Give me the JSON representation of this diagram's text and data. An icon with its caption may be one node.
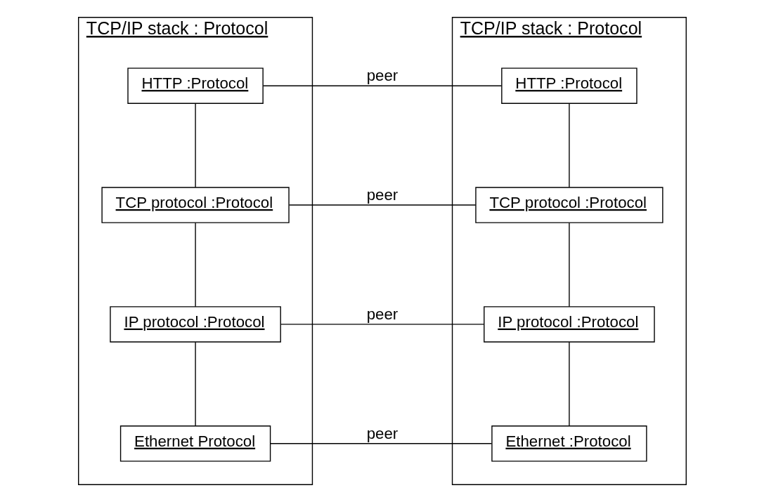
{
  "diagram": {
    "nodes": [
      {
        "text": [
          "TCP/IP stack : Protocol"
        ]
      },
      {
        "text": [
          "HTTP :Protocol"
        ],
        "in": 0
      },
      {
        "text": [
          "TCP protocol :Protocol"
        ],
        "in": 0
      },
      {
        "text": [
          "IP protocol :Protocol"
        ],
        "in": 0
      },
      {
        "text": [
          "Ethernet Protocol"
        ],
        "in": 0
      },
      {
        "text": [
          "TCP/IP stack : Protocol"
        ]
      },
      {
        "text": [
          "HTTP :Protocol"
        ],
        "in": 5
      },
      {
        "text": [
          "TCP protocol :Protocol"
        ],
        "in": 5
      },
      {
        "text": [
          "IP protocol :Protocol"
        ],
        "in": 5
      },
      {
        "text": [
          "Ethernet :Protocol"
        ],
        "in": 5
      }
    ],
    "edges": [
      {
        "from": 1,
        "to": 2,
        "arrow": "none"
      },
      {
        "from": 2,
        "to": 3,
        "arrow": "none"
      },
      {
        "from": 3,
        "to": 4,
        "arrow": "none"
      },
      {
        "from": 1,
        "to": 6,
        "arrow": "none",
        "label": "peer"
      },
      {
        "from": 2,
        "to": 7,
        "arrow": "none",
        "label": "peer"
      },
      {
        "from": 3,
        "to": 8,
        "arrow": "none",
        "label": "peer"
      },
      {
        "from": 4,
        "to": 9,
        "arrow": "none",
        "label": "peer"
      },
      {
        "from": 6,
        "to": 7,
        "arrow": "none"
      },
      {
        "from": 7,
        "to": 8,
        "arrow": "none"
      },
      {
        "from": 8,
        "to": 9,
        "arrow": "none"
      }
    ]
  }
}
